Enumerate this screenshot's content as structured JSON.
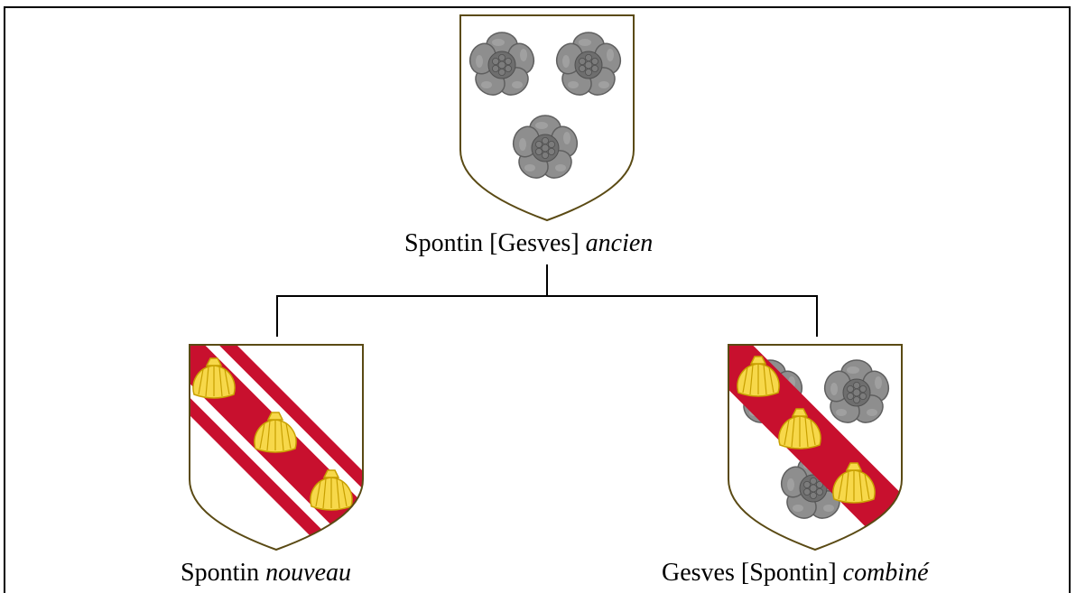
{
  "tree": {
    "root": {
      "name": "Spontin [Gesves]",
      "qualifier": "ancien"
    },
    "children": [
      {
        "name": "Spontin",
        "qualifier": "nouveau"
      },
      {
        "name": "Gesves [Spontin]",
        "qualifier": "combiné"
      }
    ]
  },
  "colors": {
    "shield_outline": "#5a4a14",
    "field": "#ffffff",
    "bend_red": "#c8102e",
    "rose_grey": "#8c8c8c",
    "rose_dark": "#5f5f5f",
    "shell_gold": "#f7d84a",
    "shell_outline": "#c8a000"
  }
}
